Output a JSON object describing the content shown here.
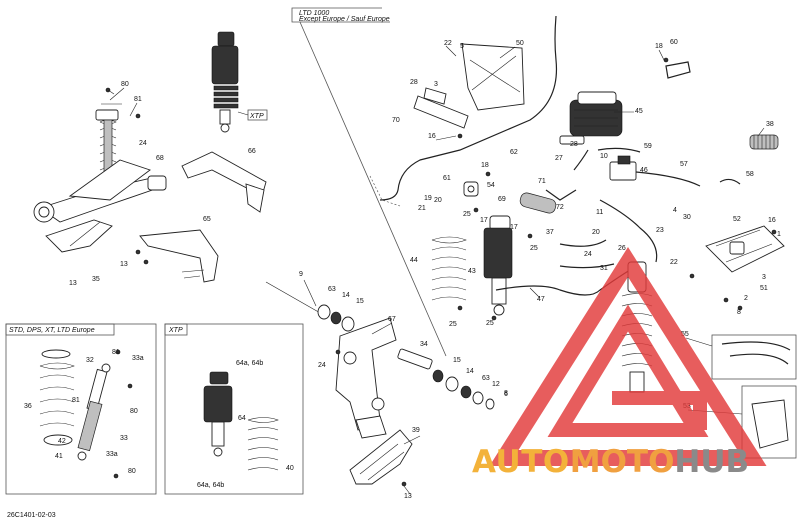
{
  "diagram": {
    "ref_code": "26C1401-02-03",
    "boxes": {
      "ltd": {
        "line1": "LTD 1000",
        "line2": "Except Europe / Sauf Europe"
      },
      "std": {
        "label": "STD, DPS, XT, LTD Europe"
      },
      "xtp_bottom": {
        "label": "XTP"
      },
      "xtp_top": {
        "label": "XTP"
      }
    },
    "callouts": [
      {
        "id": "c80a",
        "text": "80"
      },
      {
        "id": "c81a",
        "text": "81"
      },
      {
        "id": "c24a",
        "text": "24"
      },
      {
        "id": "c68",
        "text": "68"
      },
      {
        "id": "c13a",
        "text": "13"
      },
      {
        "id": "c35",
        "text": "35"
      },
      {
        "id": "c13b",
        "text": "13"
      },
      {
        "id": "c66",
        "text": "66"
      },
      {
        "id": "c65",
        "text": "65"
      },
      {
        "id": "c22",
        "text": "22"
      },
      {
        "id": "c5",
        "text": "5"
      },
      {
        "id": "c50",
        "text": "50"
      },
      {
        "id": "c28a",
        "text": "28"
      },
      {
        "id": "c3",
        "text": "3"
      },
      {
        "id": "c70",
        "text": "70"
      },
      {
        "id": "c16a",
        "text": "16"
      },
      {
        "id": "c62",
        "text": "62"
      },
      {
        "id": "c18a",
        "text": "18"
      },
      {
        "id": "c60",
        "text": "60"
      },
      {
        "id": "c45",
        "text": "45"
      },
      {
        "id": "c38",
        "text": "38"
      },
      {
        "id": "c28b",
        "text": "28"
      },
      {
        "id": "c27",
        "text": "27"
      },
      {
        "id": "c59",
        "text": "59"
      },
      {
        "id": "c10",
        "text": "10"
      },
      {
        "id": "c46",
        "text": "46"
      },
      {
        "id": "c57",
        "text": "57"
      },
      {
        "id": "c58",
        "text": "58"
      },
      {
        "id": "c71",
        "text": "71"
      },
      {
        "id": "c18b",
        "text": "18"
      },
      {
        "id": "c61",
        "text": "61"
      },
      {
        "id": "c19",
        "text": "19"
      },
      {
        "id": "c21",
        "text": "21"
      },
      {
        "id": "c20a",
        "text": "20"
      },
      {
        "id": "c54",
        "text": "54"
      },
      {
        "id": "c25a",
        "text": "25"
      },
      {
        "id": "c17a",
        "text": "17"
      },
      {
        "id": "c69",
        "text": "69"
      },
      {
        "id": "c72",
        "text": "72"
      },
      {
        "id": "c11",
        "text": "11"
      },
      {
        "id": "c37",
        "text": "37"
      },
      {
        "id": "c20b",
        "text": "20"
      },
      {
        "id": "c26",
        "text": "26"
      },
      {
        "id": "c24b",
        "text": "24"
      },
      {
        "id": "c23",
        "text": "23"
      },
      {
        "id": "c31",
        "text": "31"
      },
      {
        "id": "c17b",
        "text": "17"
      },
      {
        "id": "c25b",
        "text": "25"
      },
      {
        "id": "c43",
        "text": "43"
      },
      {
        "id": "c44",
        "text": "44"
      },
      {
        "id": "c47",
        "text": "47"
      },
      {
        "id": "c4",
        "text": "4"
      },
      {
        "id": "c30",
        "text": "30"
      },
      {
        "id": "c52",
        "text": "52"
      },
      {
        "id": "c16b",
        "text": "16"
      },
      {
        "id": "c1",
        "text": "1"
      },
      {
        "id": "c22b",
        "text": "22"
      },
      {
        "id": "c3b",
        "text": "3"
      },
      {
        "id": "c51",
        "text": "51"
      },
      {
        "id": "c2",
        "text": "2"
      },
      {
        "id": "c8a",
        "text": "8"
      },
      {
        "id": "c9",
        "text": "9"
      },
      {
        "id": "c63a",
        "text": "63"
      },
      {
        "id": "c14a",
        "text": "14"
      },
      {
        "id": "c15a",
        "text": "15"
      },
      {
        "id": "c67",
        "text": "67"
      },
      {
        "id": "c24c",
        "text": "24"
      },
      {
        "id": "c34",
        "text": "34"
      },
      {
        "id": "c15b",
        "text": "15"
      },
      {
        "id": "c14b",
        "text": "14"
      },
      {
        "id": "c63b",
        "text": "63"
      },
      {
        "id": "c8b",
        "text": "8"
      },
      {
        "id": "c39",
        "text": "39"
      },
      {
        "id": "c13c",
        "text": "13"
      },
      {
        "id": "c25c",
        "text": "25"
      },
      {
        "id": "c25d",
        "text": "25"
      },
      {
        "id": "c55",
        "text": "55"
      },
      {
        "id": "c53",
        "text": "53"
      },
      {
        "id": "c32",
        "text": "32"
      },
      {
        "id": "c81b",
        "text": "81"
      },
      {
        "id": "c33a",
        "text": "33a"
      },
      {
        "id": "c80b",
        "text": "80"
      },
      {
        "id": "c36",
        "text": "36"
      },
      {
        "id": "c81c",
        "text": "81"
      },
      {
        "id": "c42",
        "text": "42"
      },
      {
        "id": "c33",
        "text": "33"
      },
      {
        "id": "c41",
        "text": "41"
      },
      {
        "id": "c33b",
        "text": "33a"
      },
      {
        "id": "c80c",
        "text": "80"
      },
      {
        "id": "c64a",
        "text": "64a, 64b"
      },
      {
        "id": "c64",
        "text": "64"
      },
      {
        "id": "c40",
        "text": "40"
      },
      {
        "id": "c64c",
        "text": "64a, 64b"
      },
      {
        "id": "c12",
        "text": "12"
      },
      {
        "id": "c6",
        "text": "6"
      }
    ]
  },
  "watermark": {
    "auto": "AUTO",
    "moto": "MOTO",
    "hub": "HUB"
  },
  "colors": {
    "watermark_red": "#e23a3a",
    "watermark_orange": "#f3b23a",
    "watermark_gray": "#8a8a8a"
  }
}
